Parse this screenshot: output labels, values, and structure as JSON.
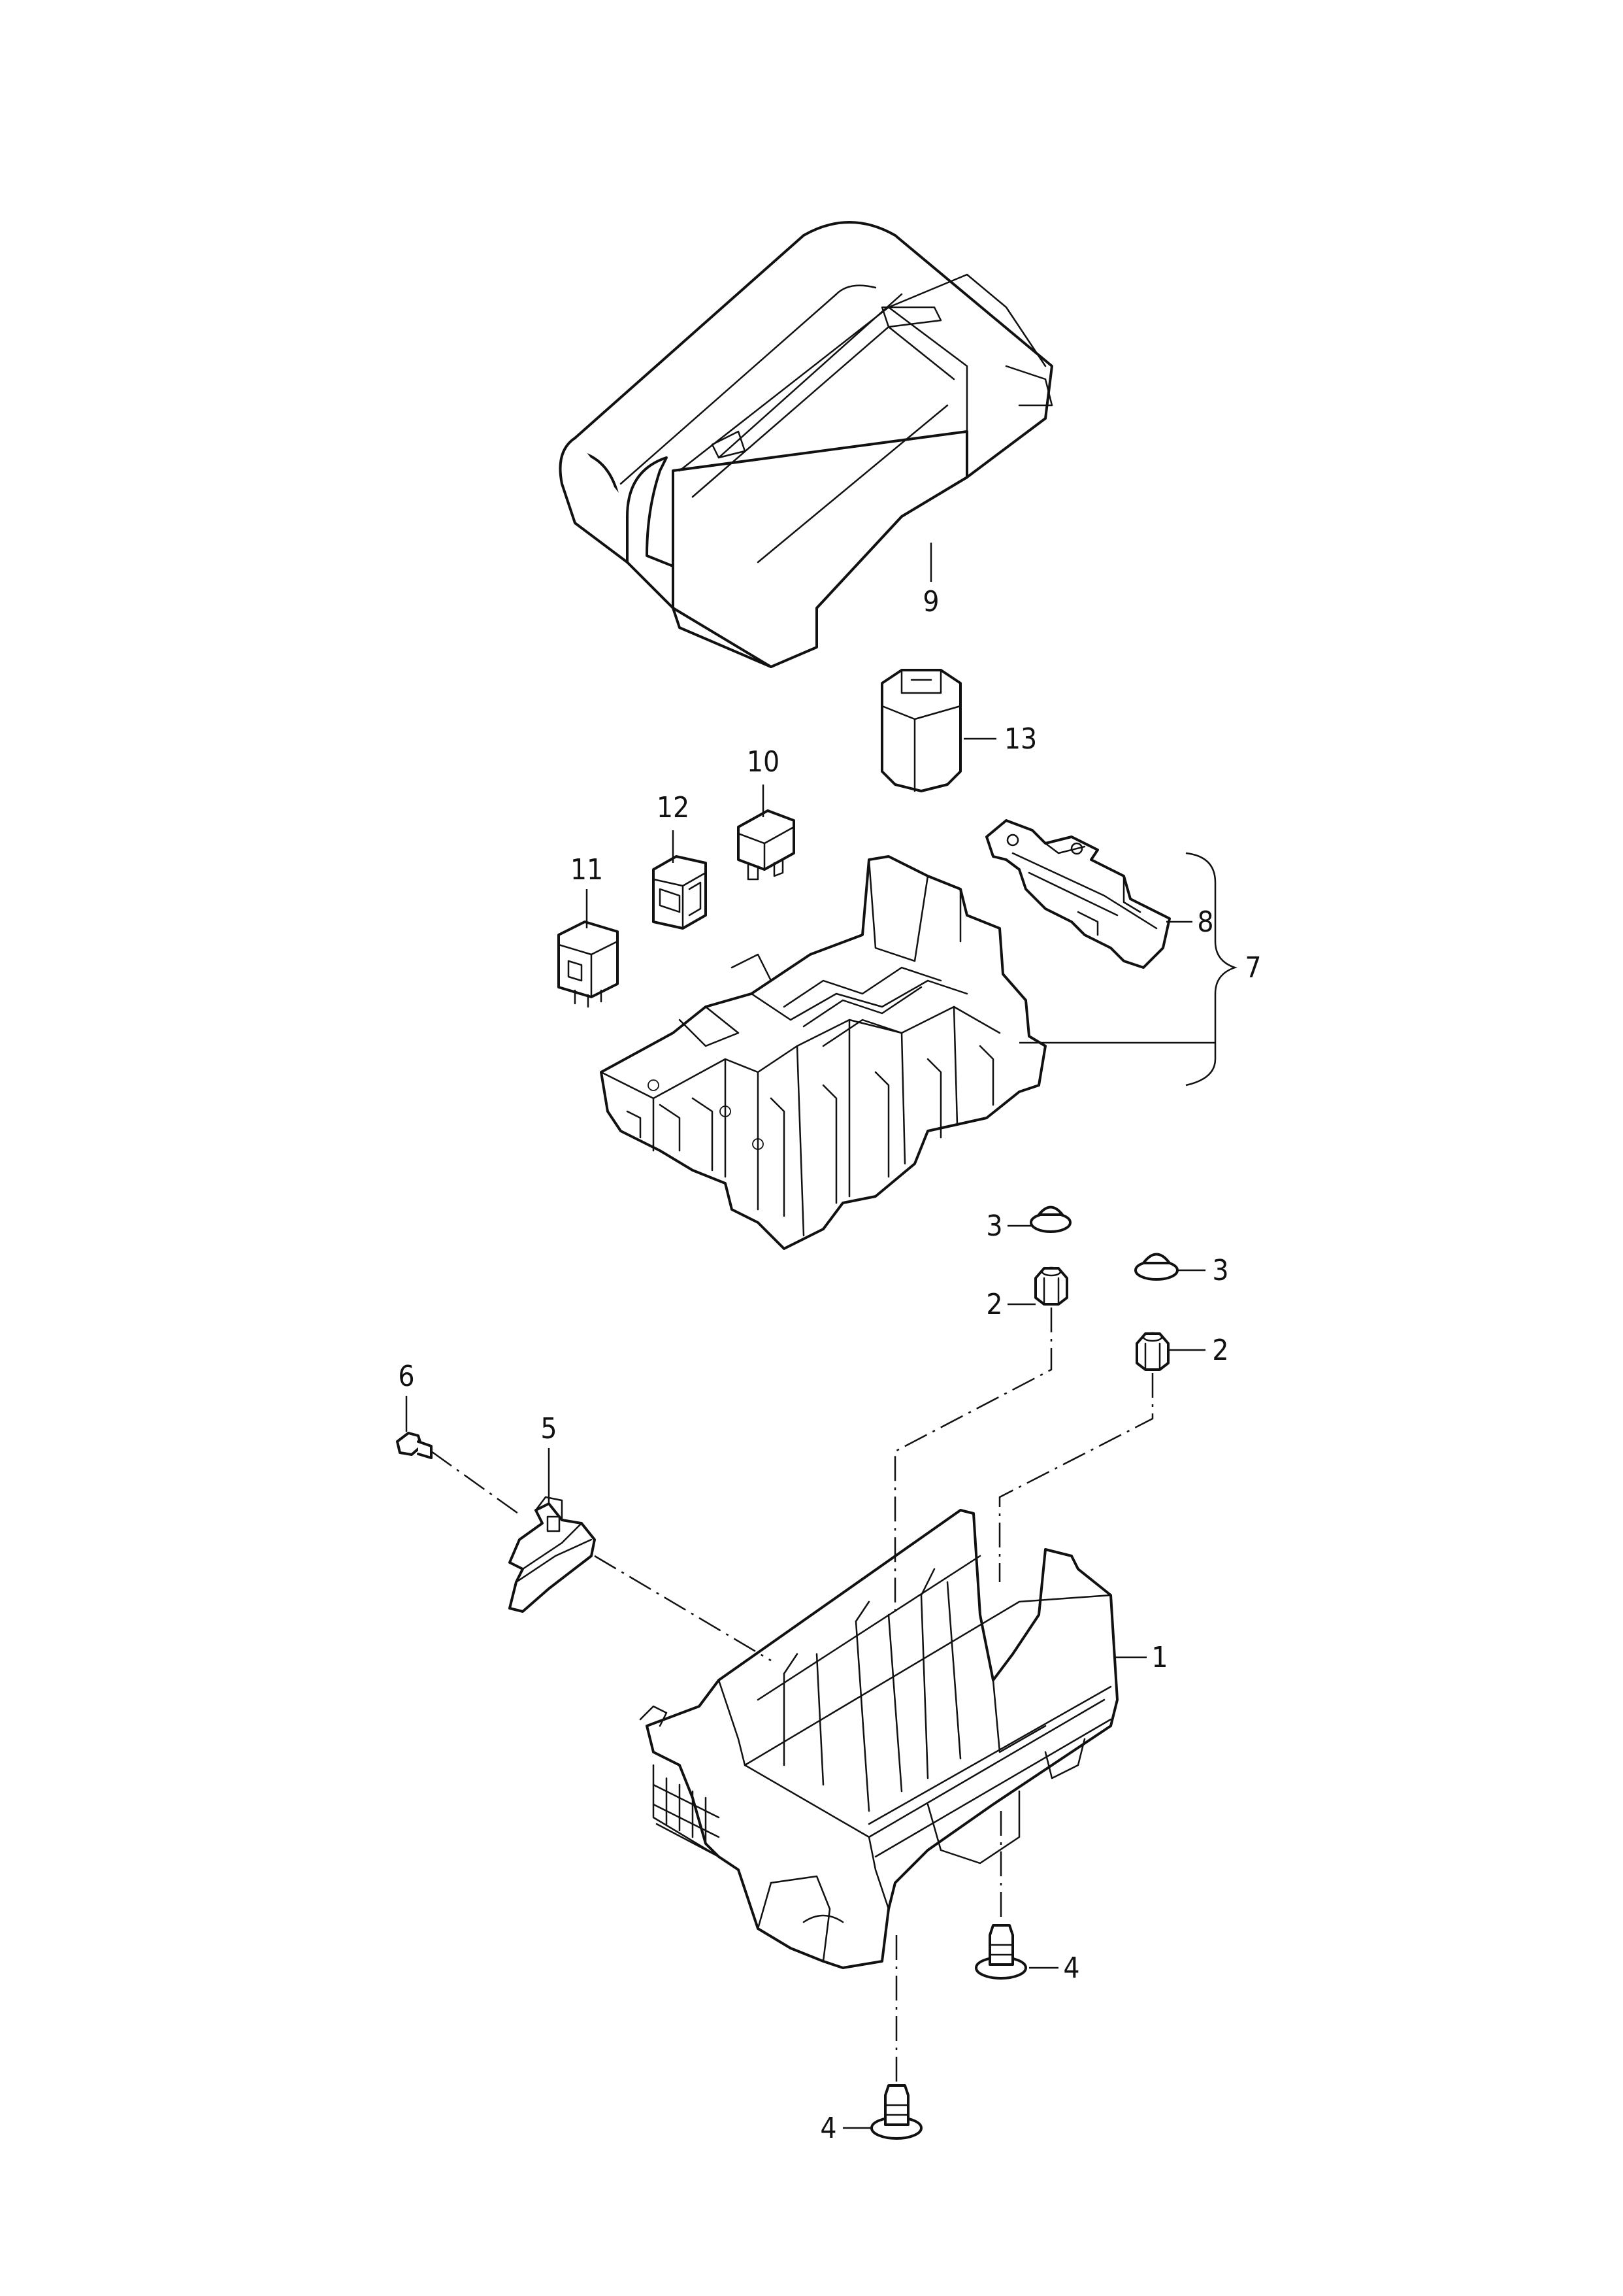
{
  "callouts": {
    "c1": "1",
    "c2a": "2",
    "c2b": "2",
    "c3a": "3",
    "c3b": "3",
    "c4a": "4",
    "c4b": "4",
    "c5": "5",
    "c6": "6",
    "c7": "7",
    "c8": "8",
    "c9": "9",
    "c10": "10",
    "c11": "11",
    "c12": "12",
    "c13": "13"
  }
}
